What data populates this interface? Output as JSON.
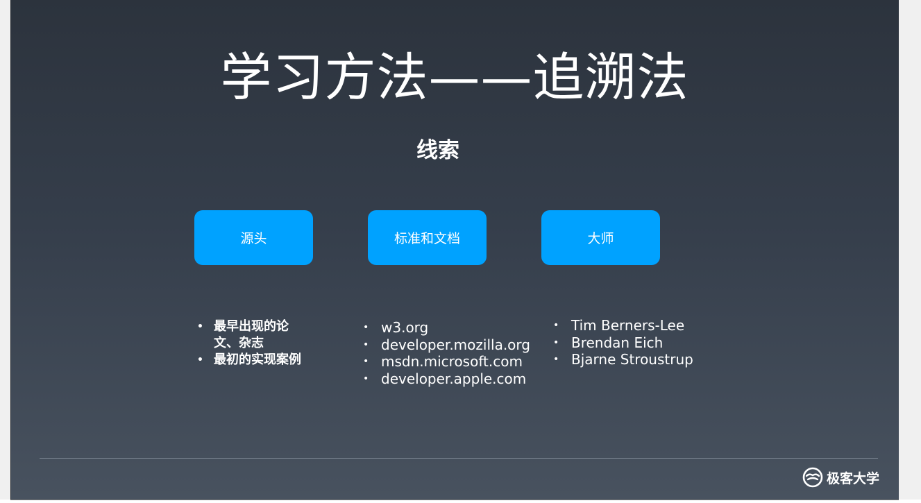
{
  "slide": {
    "title": "学习方法——追溯法",
    "subtitle": "线索",
    "categories": [
      {
        "label": "源头"
      },
      {
        "label": "标准和文档"
      },
      {
        "label": "大师"
      }
    ],
    "lists": {
      "sources": [
        "最早出现的论文、杂志",
        "最初的实现案例"
      ],
      "docs": [
        "w3.org",
        "developer.mozilla.org",
        "msdn.microsoft.com",
        "developer.apple.com"
      ],
      "masters": [
        "Tim Berners-Lee",
        "Brendan Eich",
        "Bjarne Stroustrup"
      ]
    },
    "bullet_glyph": "•",
    "logo": {
      "text": "极客大学",
      "icon": "geekbang-logo-icon"
    },
    "colors": {
      "accent": "#00a2ff",
      "background_top": "#2c333d",
      "background_bottom": "#48525f"
    }
  }
}
